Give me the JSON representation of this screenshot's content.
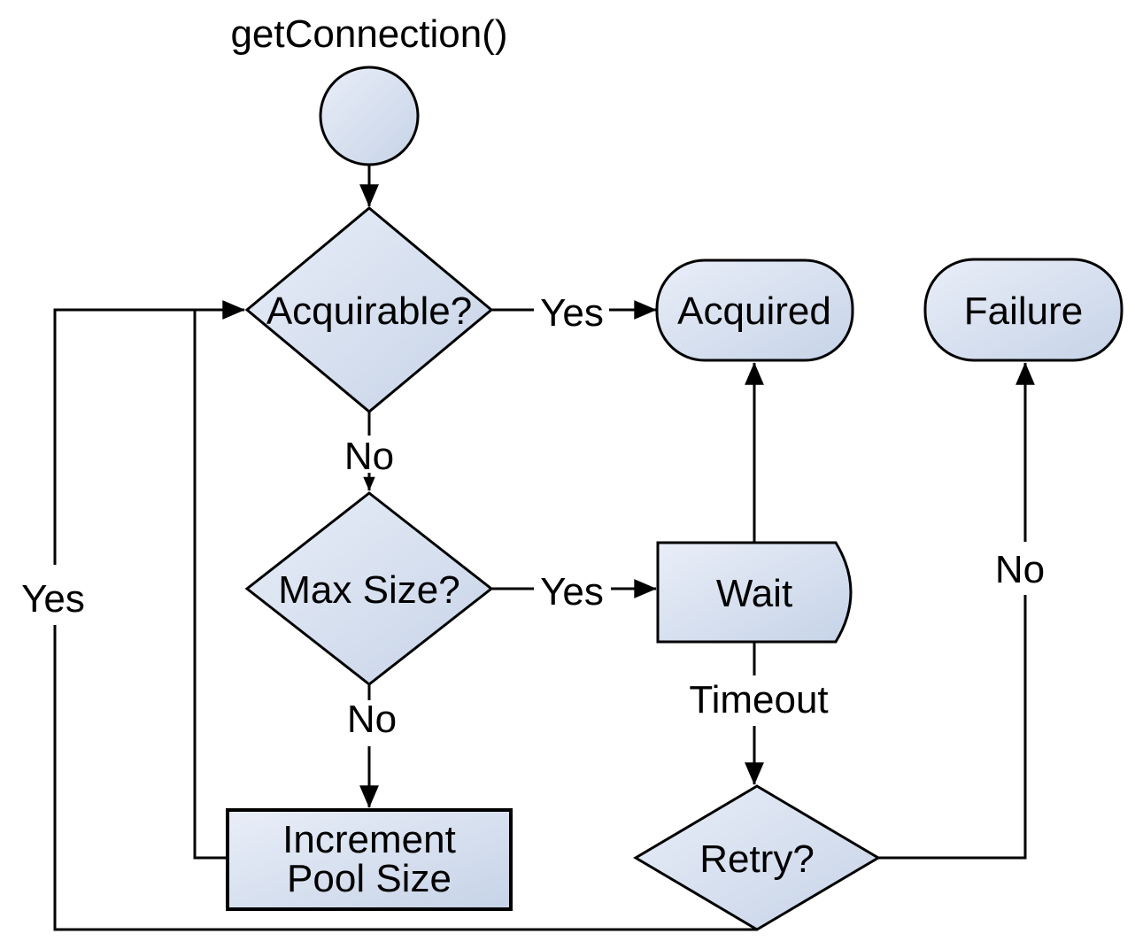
{
  "diagram": {
    "title": "getConnection()",
    "nodes": {
      "start": {
        "shape": "circle"
      },
      "acquirable": {
        "label": "Acquirable?",
        "shape": "decision"
      },
      "acquired": {
        "label": "Acquired",
        "shape": "terminator"
      },
      "failure": {
        "label": "Failure",
        "shape": "terminator"
      },
      "max_size": {
        "label": "Max Size?",
        "shape": "decision"
      },
      "wait": {
        "label": "Wait",
        "shape": "delay"
      },
      "retry": {
        "label": "Retry?",
        "shape": "decision"
      },
      "increment": {
        "label_line1": "Increment",
        "label_line2": "Pool Size",
        "shape": "process"
      }
    },
    "edge_labels": {
      "acquirable_yes": "Yes",
      "acquirable_no": "No",
      "max_size_yes": "Yes",
      "max_size_no": "No",
      "wait_timeout": "Timeout",
      "retry_no": "No",
      "retry_yes": "Yes"
    },
    "colors": {
      "node_fill_light": "#e9eef8",
      "node_fill_dark": "#c6d3e7",
      "stroke": "#000000",
      "text": "#000000",
      "background": "#ffffff"
    }
  }
}
